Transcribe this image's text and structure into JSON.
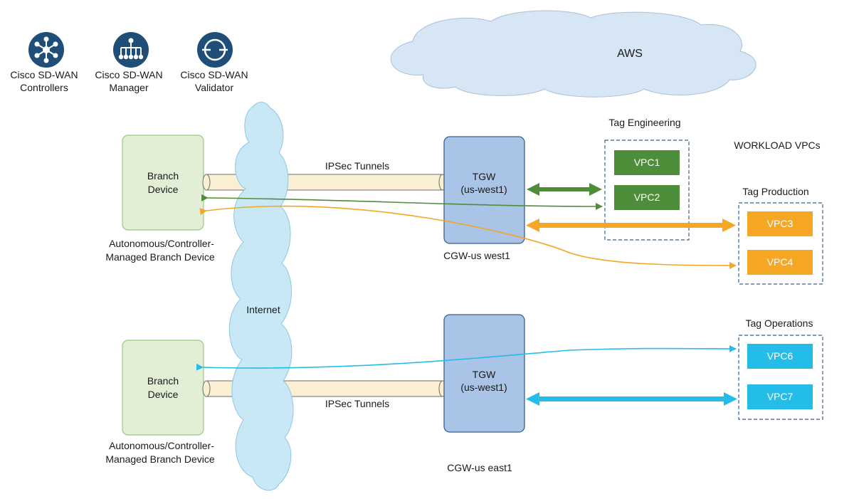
{
  "legend": {
    "controllers": {
      "line1": "Cisco SD-WAN",
      "line2": "Controllers"
    },
    "manager": {
      "line1": "Cisco SD-WAN",
      "line2": "Manager"
    },
    "validator": {
      "line1": "Cisco SD-WAN",
      "line2": "Validator"
    }
  },
  "cloud": {
    "label": "AWS"
  },
  "internet": {
    "label": "Internet"
  },
  "branches": [
    {
      "line1": "Branch",
      "line2": "Device",
      "caption1": "Autonomous/Controller-",
      "caption2": "Managed Branch Device"
    },
    {
      "line1": "Branch",
      "line2": "Device",
      "caption1": "Autonomous/Controller-",
      "caption2": "Managed Branch Device"
    }
  ],
  "tunnels": [
    {
      "label": "IPSec Tunnels"
    },
    {
      "label": "IPSec Tunnels"
    }
  ],
  "tgws": [
    {
      "line1": "TGW",
      "line2": "(us-west1)",
      "caption": "CGW-us west1"
    },
    {
      "line1": "TGW",
      "line2": "(us-west1)",
      "caption": "CGW-us east1"
    }
  ],
  "workload_label": "WORKLOAD VPCs",
  "tags": [
    {
      "label": "Tag Engineering",
      "vpcs": [
        "VPC1",
        "VPC2"
      ]
    },
    {
      "label": "Tag Production",
      "vpcs": [
        "VPC3",
        "VPC4"
      ]
    },
    {
      "label": "Tag Operations",
      "vpcs": [
        "VPC6",
        "VPC7"
      ]
    }
  ],
  "colors": {
    "engineering": "#4e8e3a",
    "production": "#f5a623",
    "operations": "#23bde8",
    "tgw_fill": "#a9c4e6",
    "tgw_stroke": "#3b5f8a",
    "branch_fill": "#e2eed6",
    "branch_stroke": "#9cc784",
    "cloud_fill": "#d6e6f5",
    "internet_fill": "#c8e8f6",
    "icon": "#1f4e79",
    "tunnel_fill": "#fbefd3"
  }
}
